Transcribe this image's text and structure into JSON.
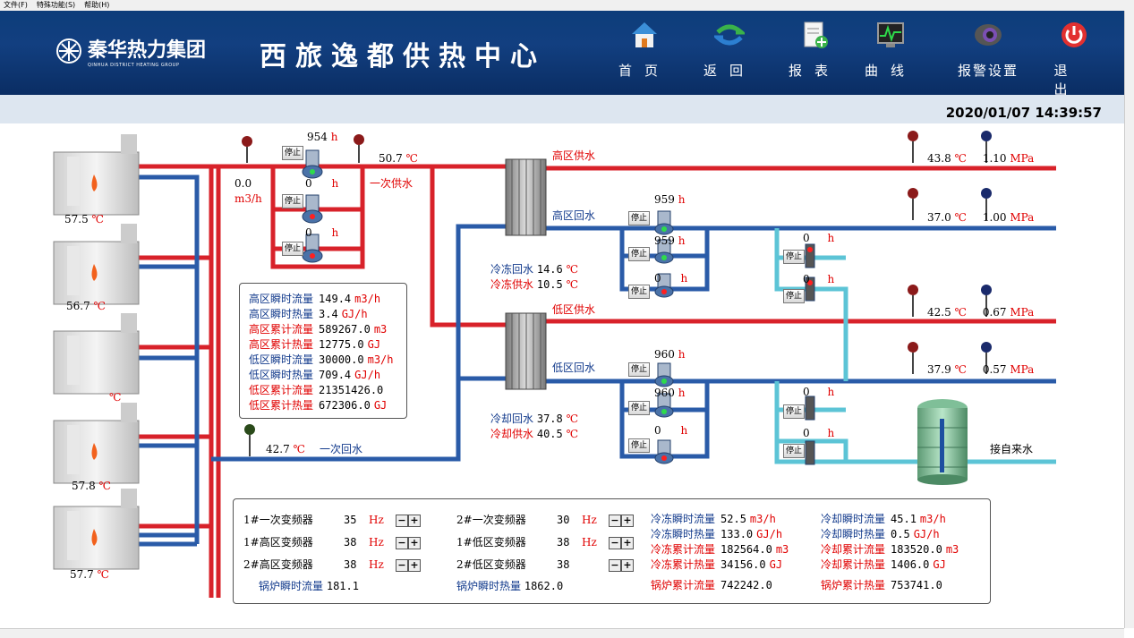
{
  "menu": {
    "file": "文件(F)",
    "special": "特殊功能(S)",
    "help": "帮助(H)"
  },
  "header": {
    "company": "秦华热力集团",
    "company_en": "QINHUA DISTRICT HEATING GROUP",
    "title": "西旅逸都供热中心"
  },
  "nav": {
    "home": "首页",
    "back": "返回",
    "report": "报表",
    "curve": "曲线",
    "alarm": "报警设置",
    "exit": "退出"
  },
  "datetime": "2020/01/07  14:39:57",
  "boilers": [
    {
      "temp": "57.5",
      "unit": "℃"
    },
    {
      "temp": "56.7",
      "unit": "℃"
    },
    {
      "temp": "",
      "unit": "℃"
    },
    {
      "temp": "57.8",
      "unit": "℃"
    },
    {
      "temp": "57.7",
      "unit": "℃"
    }
  ],
  "stop": "停止",
  "primary": {
    "flow": "0.0",
    "flow_unit": "m3/h",
    "supply_temp": "50.7",
    "supply_label": "一次供水",
    "return_temp": "42.7",
    "return_label": "一次回水",
    "temp_unit": "℃",
    "pumps": [
      {
        "value": "954",
        "unit": "h"
      },
      {
        "value": "0",
        "unit": "h"
      },
      {
        "value": "0",
        "unit": "h"
      }
    ]
  },
  "high_zone": {
    "supply_label": "高区供水",
    "return_label": "高区回水",
    "supply_temp": "43.8",
    "supply_press": "1.10",
    "return_temp": "37.0",
    "return_press": "1.00",
    "pumps": [
      {
        "value": "959",
        "unit": "h"
      },
      {
        "value": "959",
        "unit": "h"
      },
      {
        "value": "0",
        "unit": "h"
      }
    ]
  },
  "low_zone": {
    "supply_label": "低区供水",
    "return_label": "低区回水",
    "supply_temp": "42.5",
    "supply_press": "0.67",
    "return_temp": "37.9",
    "return_press": "0.57",
    "pumps": [
      {
        "value": "960",
        "unit": "h"
      },
      {
        "value": "960",
        "unit": "h"
      },
      {
        "value": "0",
        "unit": "h"
      }
    ]
  },
  "units": {
    "c": "℃",
    "mpa": "MPa"
  },
  "freeze": {
    "return_label": "冷冻回水",
    "return_temp": "14.6",
    "supply_label": "冷冻供水",
    "supply_temp": "10.5"
  },
  "cool": {
    "return_label": "冷却回水",
    "return_temp": "37.8",
    "supply_label": "冷却供水",
    "supply_temp": "40.5"
  },
  "aux_pumps": [
    {
      "value": "0",
      "unit": "h"
    },
    {
      "value": "0",
      "unit": "h"
    },
    {
      "value": "0",
      "unit": "h"
    },
    {
      "value": "0",
      "unit": "h"
    }
  ],
  "tap_water": "接自来水",
  "stats": [
    {
      "label": "高区瞬时流量",
      "value": "149.4",
      "unit": "m3/h",
      "color": "blue"
    },
    {
      "label": "高区瞬时热量",
      "value": "3.4",
      "unit": "GJ/h",
      "color": "blue"
    },
    {
      "label": "高区累计流量",
      "value": "589267.0",
      "unit": "m3",
      "color": "red"
    },
    {
      "label": "高区累计热量",
      "value": "12775.0",
      "unit": "GJ",
      "color": "red"
    },
    {
      "label": "低区瞬时流量",
      "value": "30000.0",
      "unit": "m3/h",
      "color": "blue"
    },
    {
      "label": "低区瞬时热量",
      "value": "709.4",
      "unit": "GJ/h",
      "color": "blue"
    },
    {
      "label": "低区累计流量",
      "value": "21351426.0",
      "unit": "",
      "color": "red"
    },
    {
      "label": "低区累计热量",
      "value": "672306.0",
      "unit": "GJ",
      "color": "red"
    }
  ],
  "vfd": [
    {
      "label": "1#一次变频器",
      "value": "35",
      "unit": "Hz"
    },
    {
      "label": "1#高区变频器",
      "value": "38",
      "unit": "Hz"
    },
    {
      "label": "2#高区变频器",
      "value": "38",
      "unit": "Hz"
    },
    {
      "label": "2#一次变频器",
      "value": "30",
      "unit": "Hz"
    },
    {
      "label": "1#低区变频器",
      "value": "38",
      "unit": "Hz"
    },
    {
      "label": "2#低区变频器",
      "value": "38",
      "unit": ""
    }
  ],
  "boiler_flow": {
    "label": "锅炉瞬时流量",
    "value": "181.1"
  },
  "boiler_heat": {
    "label": "锅炉瞬时热量",
    "value": "1862.0"
  },
  "bottom_stats": [
    {
      "label": "冷冻瞬时流量",
      "value": "52.5",
      "unit": "m3/h",
      "color": "blue"
    },
    {
      "label": "冷冻瞬时热量",
      "value": "133.0",
      "unit": "GJ/h",
      "color": "blue"
    },
    {
      "label": "冷冻累计流量",
      "value": "182564.0",
      "unit": "m3",
      "color": "red"
    },
    {
      "label": "冷冻累计热量",
      "value": "34156.0",
      "unit": "GJ",
      "color": "red"
    },
    {
      "label": "锅炉累计流量",
      "value": "742242.0",
      "unit": "",
      "color": "red"
    },
    {
      "label": "冷却瞬时流量",
      "value": "45.1",
      "unit": "m3/h",
      "color": "blue"
    },
    {
      "label": "冷却瞬时热量",
      "value": "0.5",
      "unit": "GJ/h",
      "color": "blue"
    },
    {
      "label": "冷却累计流量",
      "value": "183520.0",
      "unit": "m3",
      "color": "red"
    },
    {
      "label": "冷却累计热量",
      "value": "1406.0",
      "unit": "GJ",
      "color": "red"
    },
    {
      "label": "锅炉累计热量",
      "value": "753741.0",
      "unit": "",
      "color": "red"
    }
  ],
  "colors": {
    "hot": "#d8222a",
    "cold": "#2a5ba8",
    "cyan": "#5cc4d6",
    "header": "#123f80"
  }
}
